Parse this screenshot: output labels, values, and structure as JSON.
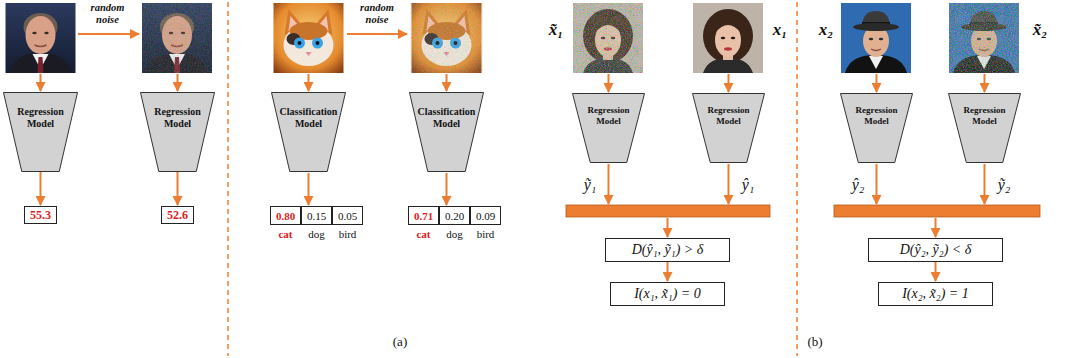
{
  "diagram": {
    "nodes": [
      {
        "text": [
          "Regression Model"
        ]
      },
      {
        "text": [
          "55.3"
        ]
      },
      {
        "text": [
          "Regression Model"
        ]
      },
      {
        "text": [
          "52.6"
        ]
      },
      {
        "text": [
          "Classification Model"
        ]
      },
      {
        "text": [
          "Classification Model"
        ]
      },
      {
        "text": [
          "Regression Model"
        ]
      },
      {
        "text": [
          "Regression Model"
        ]
      },
      {
        "text": [
          "D(ŷ₁, ỹ₁) > δ"
        ]
      },
      {
        "text": [
          "I(x₁, x̃₁) = 0"
        ]
      },
      {
        "text": [
          "Regression Model"
        ]
      },
      {
        "text": [
          "Regression Model"
        ]
      },
      {
        "text": [
          "D(ŷ₂, ỹ₂) < δ"
        ]
      },
      {
        "text": [
          "I(x₂, x̃₂) = 1"
        ]
      }
    ],
    "edges": [
      {
        "from": 0,
        "to": 1,
        "arrow": "to"
      },
      {
        "from": 2,
        "to": 3,
        "arrow": "to"
      },
      {
        "from": 8,
        "to": 9,
        "arrow": "to"
      },
      {
        "from": 12,
        "to": 13,
        "arrow": "to"
      }
    ],
    "labels": [
      "random noise",
      "random noise",
      "0.80",
      "0.15",
      "0.05",
      "cat",
      "dog",
      "bird",
      "0.71",
      "0.20",
      "0.09",
      "cat",
      "dog",
      "bird",
      "(a)",
      "x̃₁",
      "x₁",
      "ỹ₁",
      "ŷ₁",
      "x₂",
      "x̃₂",
      "ŷ₂",
      "ỹ₂",
      "(b)"
    ]
  }
}
